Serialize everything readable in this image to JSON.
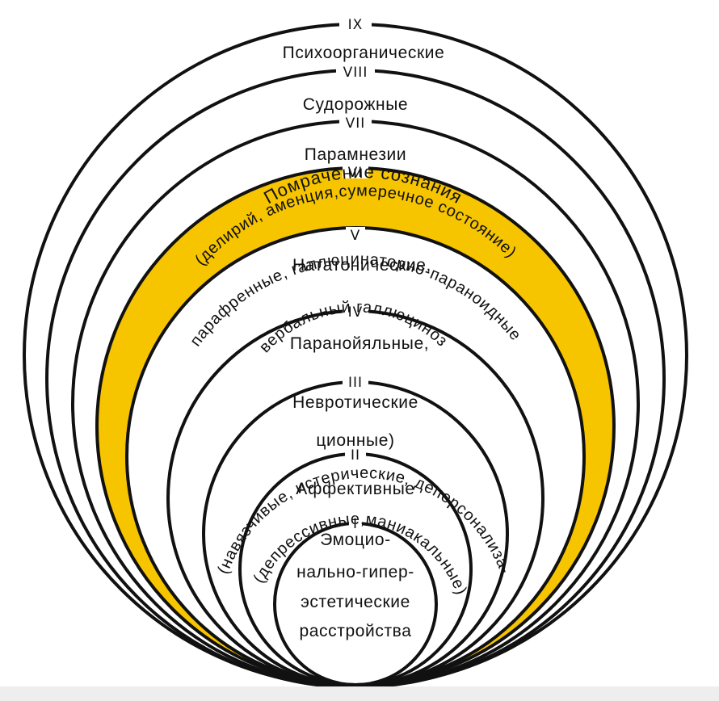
{
  "levels": {
    "ix": {
      "numeral": "IX",
      "label": "Психоорганические"
    },
    "viii": {
      "numeral": "VIII",
      "label": "Судорожные"
    },
    "vii": {
      "numeral": "VII",
      "label": "Парамнезии"
    },
    "vi": {
      "numeral": "VI",
      "label_1": "Помрачение сознания",
      "label_2": "(делирий, аменция,сумеречное состояние)"
    },
    "v": {
      "numeral": "V",
      "label_1": "Натат​онические,",
      "label_2": "парафренные, галлюцинаторно-параноидные"
    },
    "iv": {
      "numeral": "IV",
      "label_1": "Паранойяльные,",
      "label_2": "вербальный галлюциноз"
    },
    "iii": {
      "numeral": "III",
      "label_1": "Невротические",
      "label_2": "(навязчивые, истерические, деперсонализа-",
      "label_3": "ционные)"
    },
    "ii": {
      "numeral": "II",
      "label_1": "Аффективные",
      "label_2": "(депрессивные,маниакальные)"
    },
    "i": {
      "numeral": "I",
      "line_1": "Эмоцио-",
      "line_2": "нально-гипер-",
      "line_3": "эстетические",
      "line_4": "расстройства"
    }
  },
  "colors": {
    "highlight": "#f7c400",
    "stroke": "#111111",
    "background": "#ffffff"
  }
}
